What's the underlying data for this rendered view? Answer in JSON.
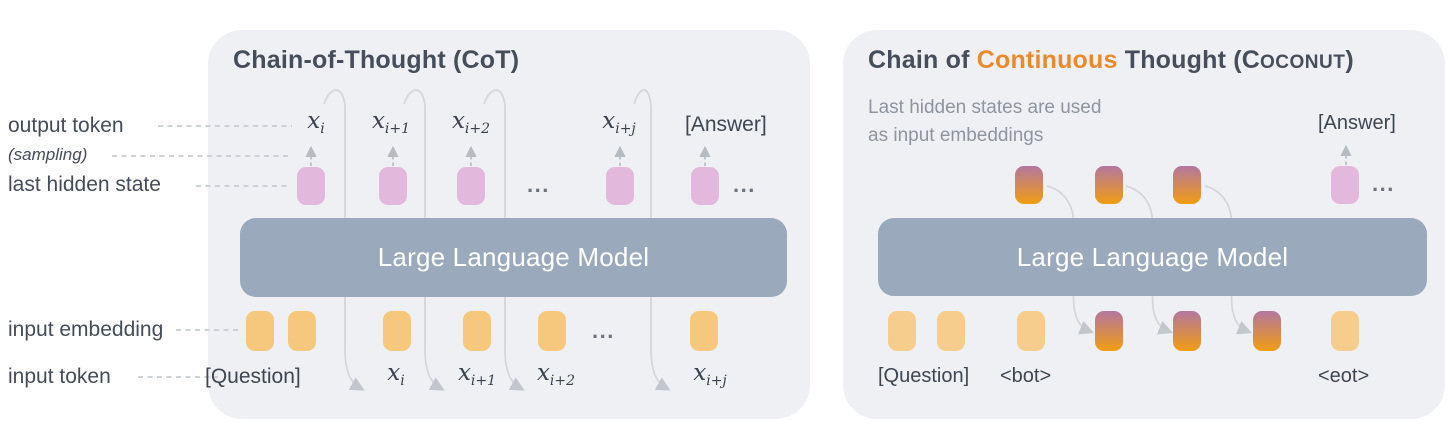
{
  "legend": {
    "output_token": "output token",
    "sampling": "(sampling)",
    "last_hidden_state": "last hidden state",
    "input_embedding": "input embedding",
    "input_token": "input token"
  },
  "misc": {
    "ellipsis": "..."
  },
  "left_panel": {
    "title": "Chain-of-Thought (CoT)",
    "llm_label": "Large Language Model",
    "question_token": "[Question]",
    "answer_token": "[Answer]",
    "output_tokens": [
      {
        "base": "x",
        "sub": "i"
      },
      {
        "base": "x",
        "sub": "i+1"
      },
      {
        "base": "x",
        "sub": "i+2"
      },
      {
        "base": "x",
        "sub": "i+j"
      }
    ],
    "input_tokens": [
      {
        "base": "x",
        "sub": "i"
      },
      {
        "base": "x",
        "sub": "i+1"
      },
      {
        "base": "x",
        "sub": "i+2"
      },
      {
        "base": "x",
        "sub": "i+j"
      }
    ]
  },
  "right_panel": {
    "title": {
      "prefix": "Chain of ",
      "highlight": "Continuous",
      "middle": " Thought (",
      "smallcaps_initial": "C",
      "smallcaps_rest": "OCONUT",
      "suffix": ")"
    },
    "subtitle_line1": "Last hidden states are used",
    "subtitle_line2": "as input embeddings",
    "llm_label": "Large Language Model",
    "question_token": "[Question]",
    "bot_token": "<bot>",
    "eot_token": "<eot>",
    "answer_token": "[Answer]"
  },
  "colors": {
    "panel_bg": "#eff0f4",
    "llm_box": "#9aa9bc",
    "last_hidden_state_pink": "#e2b9dc",
    "input_embedding_yellow": "#f5c87d",
    "continuous_thought_gradient_top": "#b3769f",
    "continuous_thought_gradient_bottom": "#f09d12",
    "highlight_orange": "#e78b2e",
    "title_text": "#454e5a",
    "subtitle_gray": "#8f949e",
    "connector_gray": "#d4d6da"
  }
}
